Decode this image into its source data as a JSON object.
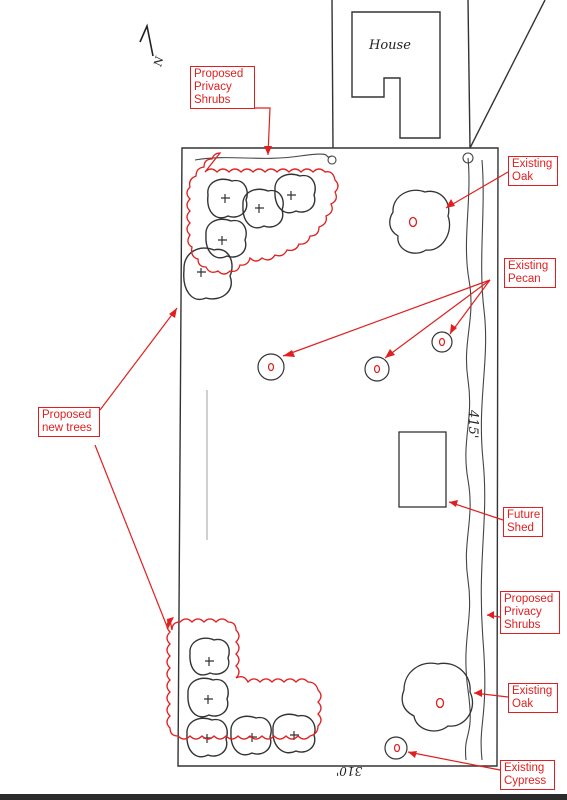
{
  "labels": {
    "proposed_privacy_shrubs_top": [
      "Proposed",
      "Privacy",
      "Shrubs"
    ],
    "existing_oak_top": [
      "Existing",
      "Oak"
    ],
    "existing_pecan": [
      "Existing",
      "Pecan"
    ],
    "proposed_new_trees": [
      "Proposed",
      "new trees"
    ],
    "future_shed": [
      "Future",
      "Shed"
    ],
    "proposed_privacy_shrubs_right": [
      "Proposed",
      "Privacy",
      "Shrubs"
    ],
    "existing_oak_bottom": [
      "Existing",
      "Oak"
    ],
    "existing_cypress": [
      "Existing",
      "Cypress"
    ]
  },
  "handwriting": {
    "house": "House",
    "north": "N",
    "width_dimension": "310'",
    "length_dimension": "415'"
  },
  "colors": {
    "annotation": "#e02020",
    "pencil": "#333333",
    "background": "#ffffff"
  }
}
